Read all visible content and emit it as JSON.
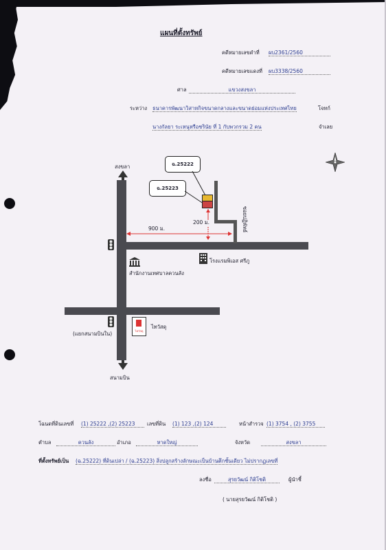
{
  "title": "แผนที่ตั้งทรัพย์",
  "black_case": {
    "label": "คดีหมายเลขดำที่",
    "value": "ผบ2361/2560"
  },
  "red_case": {
    "label": "คดีหมายเลขแดงที่",
    "value": "ผบ3338/2560"
  },
  "court": {
    "label": "ศาล",
    "value": "แขวงสงขลา"
  },
  "between": {
    "label": "ระหว่าง",
    "plaintiff": "ธนาคารพัฒนาวิสาหกิจขนาดกลางและขนาดย่อมแห่งประเทศไทย",
    "plaintiff_role": "โจทก์",
    "defendant": "นางกัลยา ระเหนุหรือชรินัย ที่ 1 กับพวกรวม 2 คน",
    "defendant_role": "จำเลย"
  },
  "map": {
    "north_label": "สงขลา",
    "south_label": "สนามบิน",
    "parcel_a": "ฉ.25222",
    "parcel_b": "ฉ.25223",
    "dist_900": "900 ม.",
    "dist_200": "200 ม.",
    "soi": "ซอยปฏิพัทธ์",
    "office": "สำนักงานเทศบาลควนลัง",
    "hotel": "โรงแรมพิเอส ศรีภู",
    "junction": "(แยกสนามบินใน)",
    "store": "ไทวัสดุ",
    "store_logo": "ไทวัสดุ"
  },
  "deed": {
    "label": "โฉนดที่ดินเลขที่",
    "value": "(1) 25222 ,(2) 25223",
    "land_label": "เลขที่ดิน",
    "land_value": "(1) 123 ,(2) 124",
    "survey_label": "หน้าสำรวจ",
    "survey_value": "(1) 3754 , (2) 3755"
  },
  "location": {
    "tambon_label": "ตำบล",
    "tambon": "ควนลัง",
    "amphoe_label": "อำเภอ",
    "amphoe": "หาดใหญ่",
    "province_label": "จังหวัด",
    "province": "สงขลา"
  },
  "property_line": {
    "label": "ที่ตั้งทรัพย์เป็น",
    "value": "(ฉ.25222) ที่ดินเปล่า / (ฉ.25223) สิ่งปลูกสร้างลักษณะเป็นบ้านตึกชั้นเดียว ไม่ปรากฏเลขที่"
  },
  "sign": {
    "label": "ลงชื่อ",
    "name": "สุรยวัฒน์ กิติโชติ",
    "role": "ผู้นำชี้",
    "printed": "( นายสุรยวัฒน์ กิติโชติ )"
  }
}
